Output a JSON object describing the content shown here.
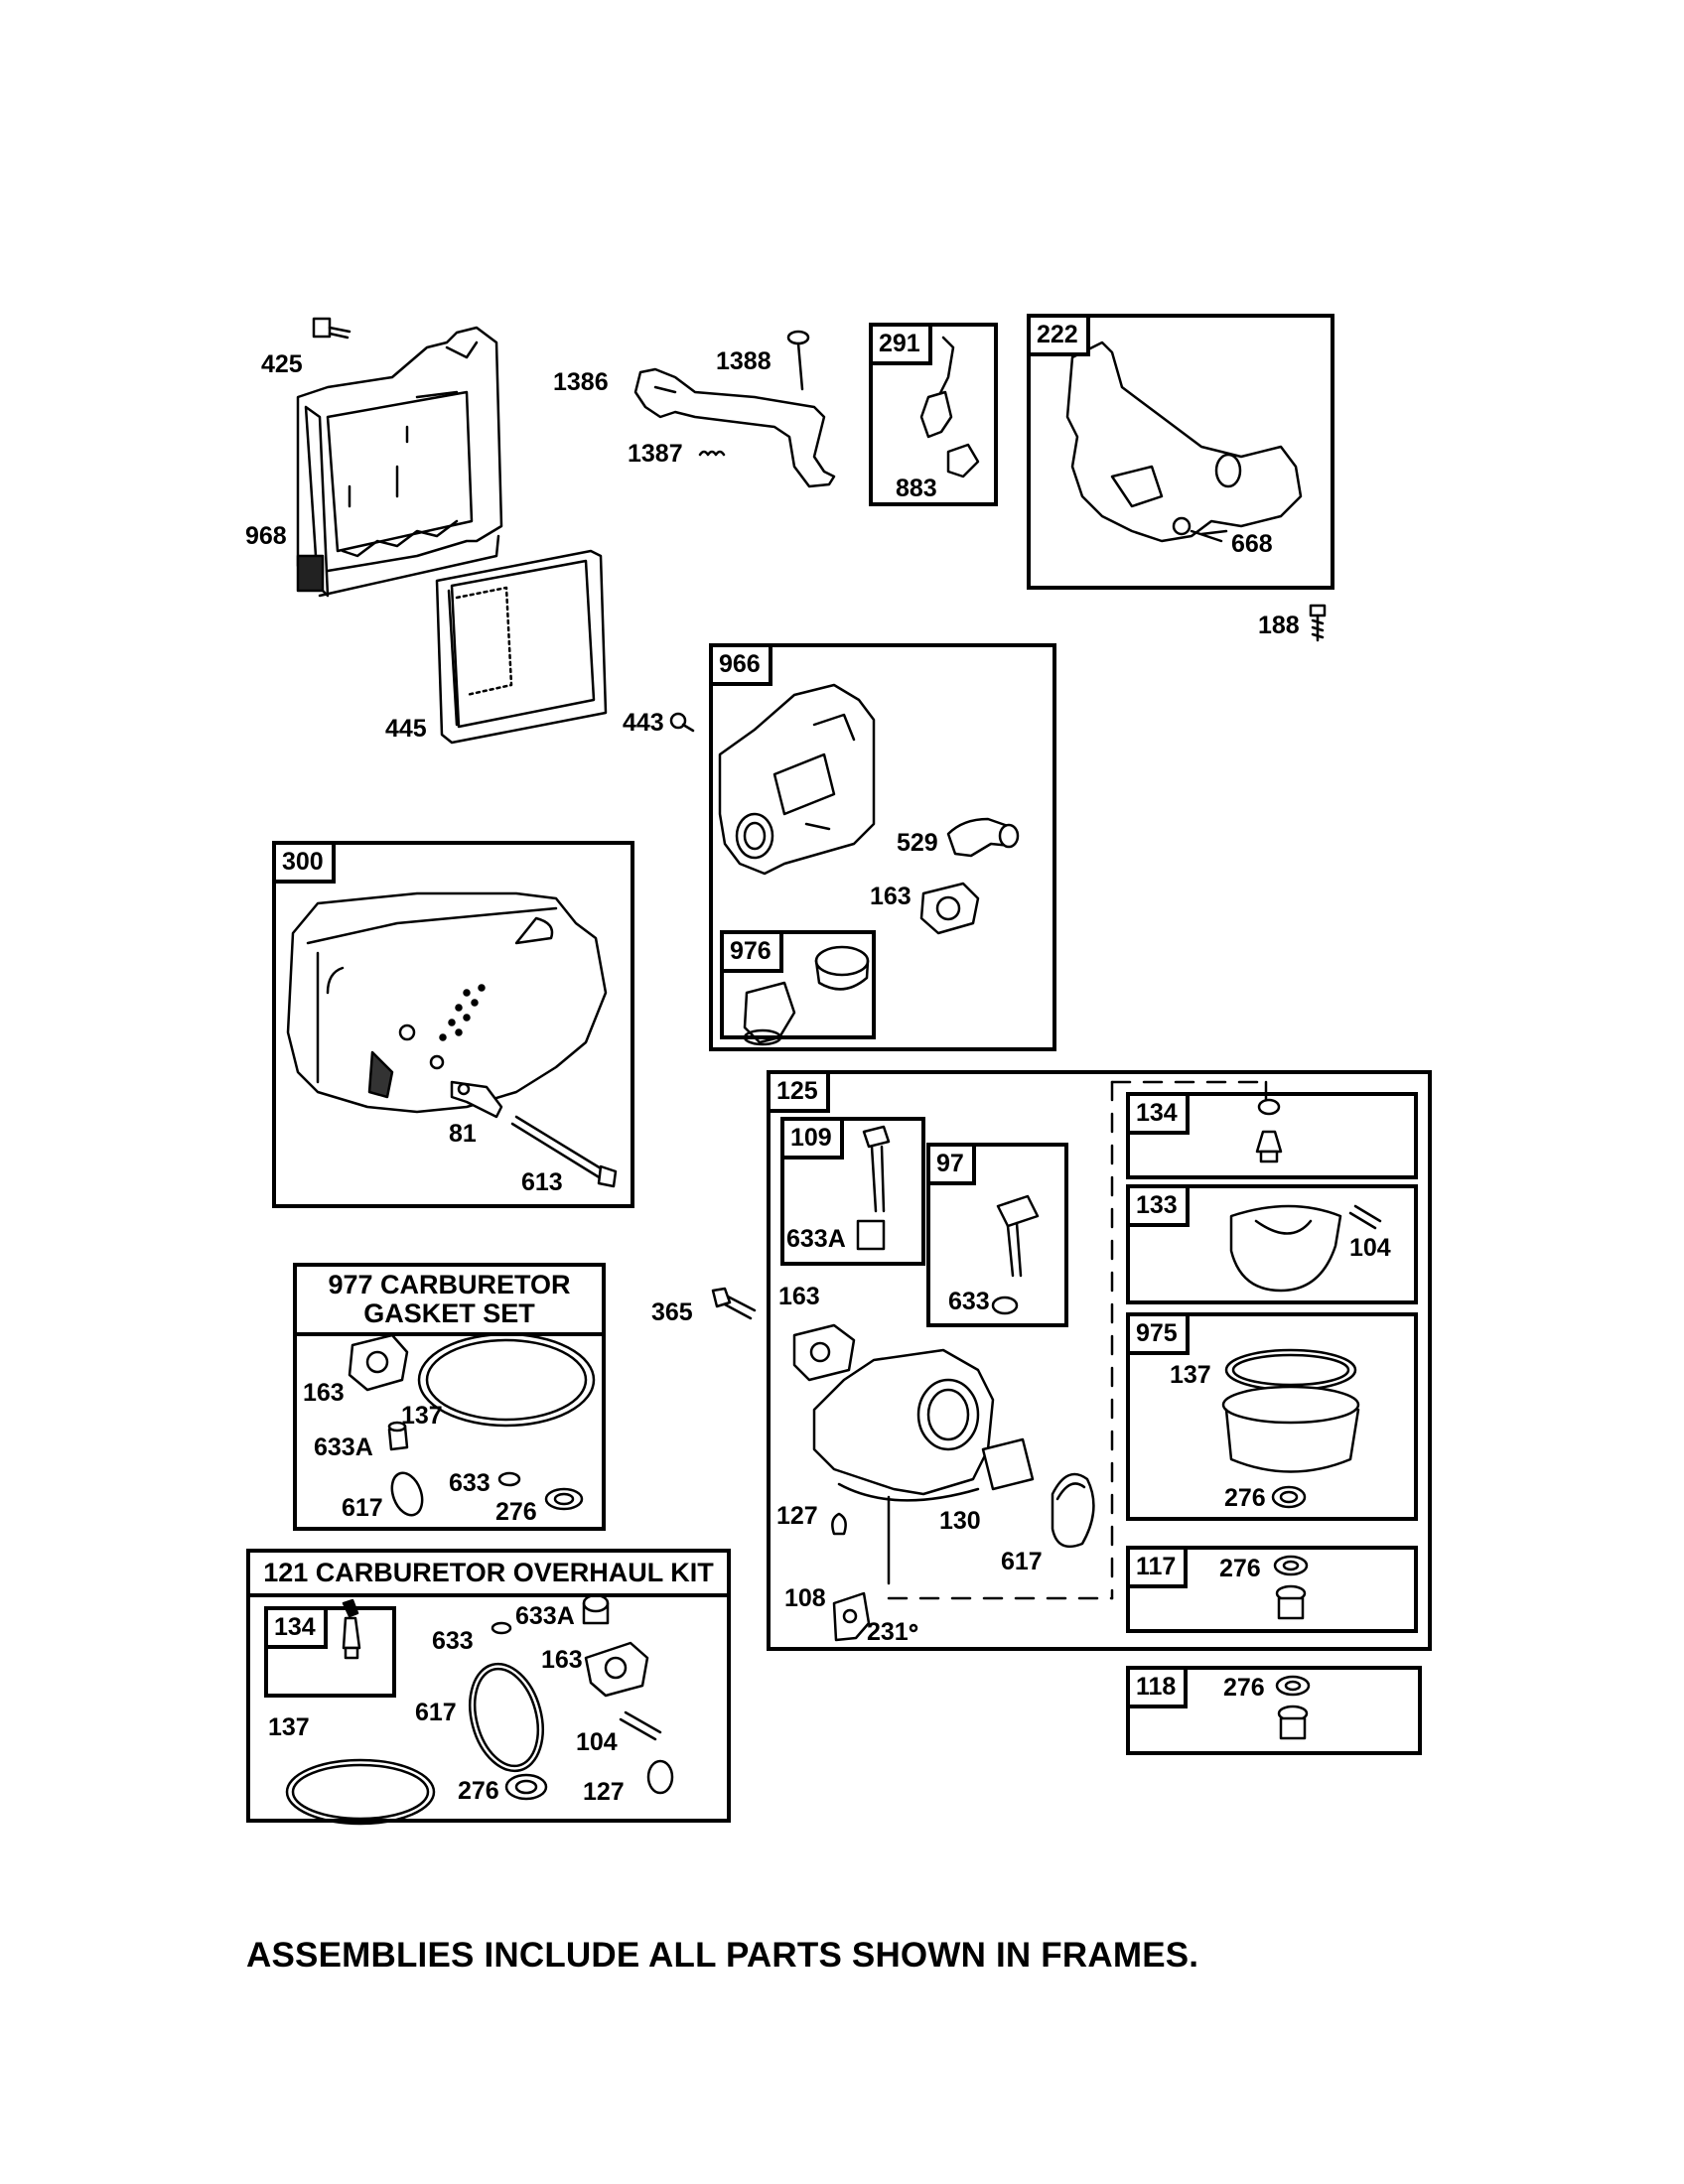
{
  "footer_note": "ASSEMBLIES INCLUDE ALL PARTS SHOWN IN FRAMES.",
  "frames": {
    "f291": "291",
    "f222": "222",
    "f966": "966",
    "f976": "976",
    "f300": "300",
    "f125": "125",
    "f109": "109",
    "f97": "97",
    "f134": "134",
    "f133": "133",
    "f975": "975",
    "f117": "117",
    "f118": "118",
    "f134kit": "134"
  },
  "kits": {
    "gasket_set": [
      "977 CARBURETOR",
      "GASKET SET"
    ],
    "overhaul_kit": "121 CARBURETOR OVERHAUL KIT"
  },
  "labels": {
    "p425": "425",
    "p968": "968",
    "p445": "445",
    "p1386": "1386",
    "p1388": "1388",
    "p1387": "1387",
    "p883": "883",
    "p668": "668",
    "p188": "188",
    "p443": "443",
    "p529": "529",
    "p163a": "163",
    "p81": "81",
    "p613": "613",
    "p633A_109": "633A",
    "p633_97": "633",
    "p104_133": "104",
    "p137_975": "137",
    "p276_975": "276",
    "p276_117": "276",
    "p276_118": "276",
    "p365": "365",
    "p163b": "163",
    "p127a": "127",
    "p130": "130",
    "p617a": "617",
    "p108": "108",
    "p231": "231",
    "g163": "163",
    "g137": "137",
    "g633A": "633A",
    "g633": "633",
    "g617": "617",
    "g276": "276",
    "k633": "633",
    "k633A": "633A",
    "k163": "163",
    "k617": "617",
    "k137": "137",
    "k104": "104",
    "k276": "276",
    "k127": "127"
  },
  "colors": {
    "ink": "#000000",
    "paper": "#ffffff"
  }
}
